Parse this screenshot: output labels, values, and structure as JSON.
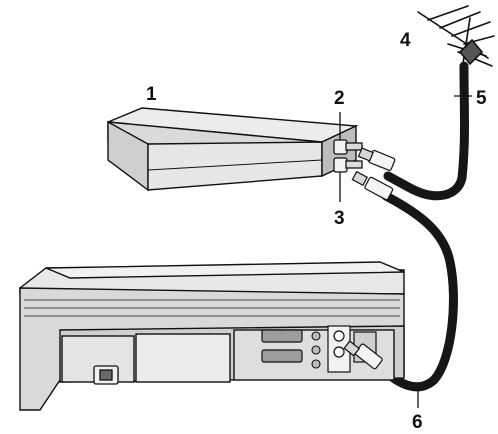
{
  "callouts": [
    {
      "id": "1",
      "label": "1"
    },
    {
      "id": "2",
      "label": "2"
    },
    {
      "id": "3",
      "label": "3"
    },
    {
      "id": "4",
      "label": "4"
    },
    {
      "id": "5",
      "label": "5"
    },
    {
      "id": "6",
      "label": "6"
    }
  ],
  "colors": {
    "line": "#111111",
    "device_light": "#ececec",
    "device_mid": "#d6d6d6",
    "device_dark": "#9e9e9e",
    "cable": "#161616"
  }
}
